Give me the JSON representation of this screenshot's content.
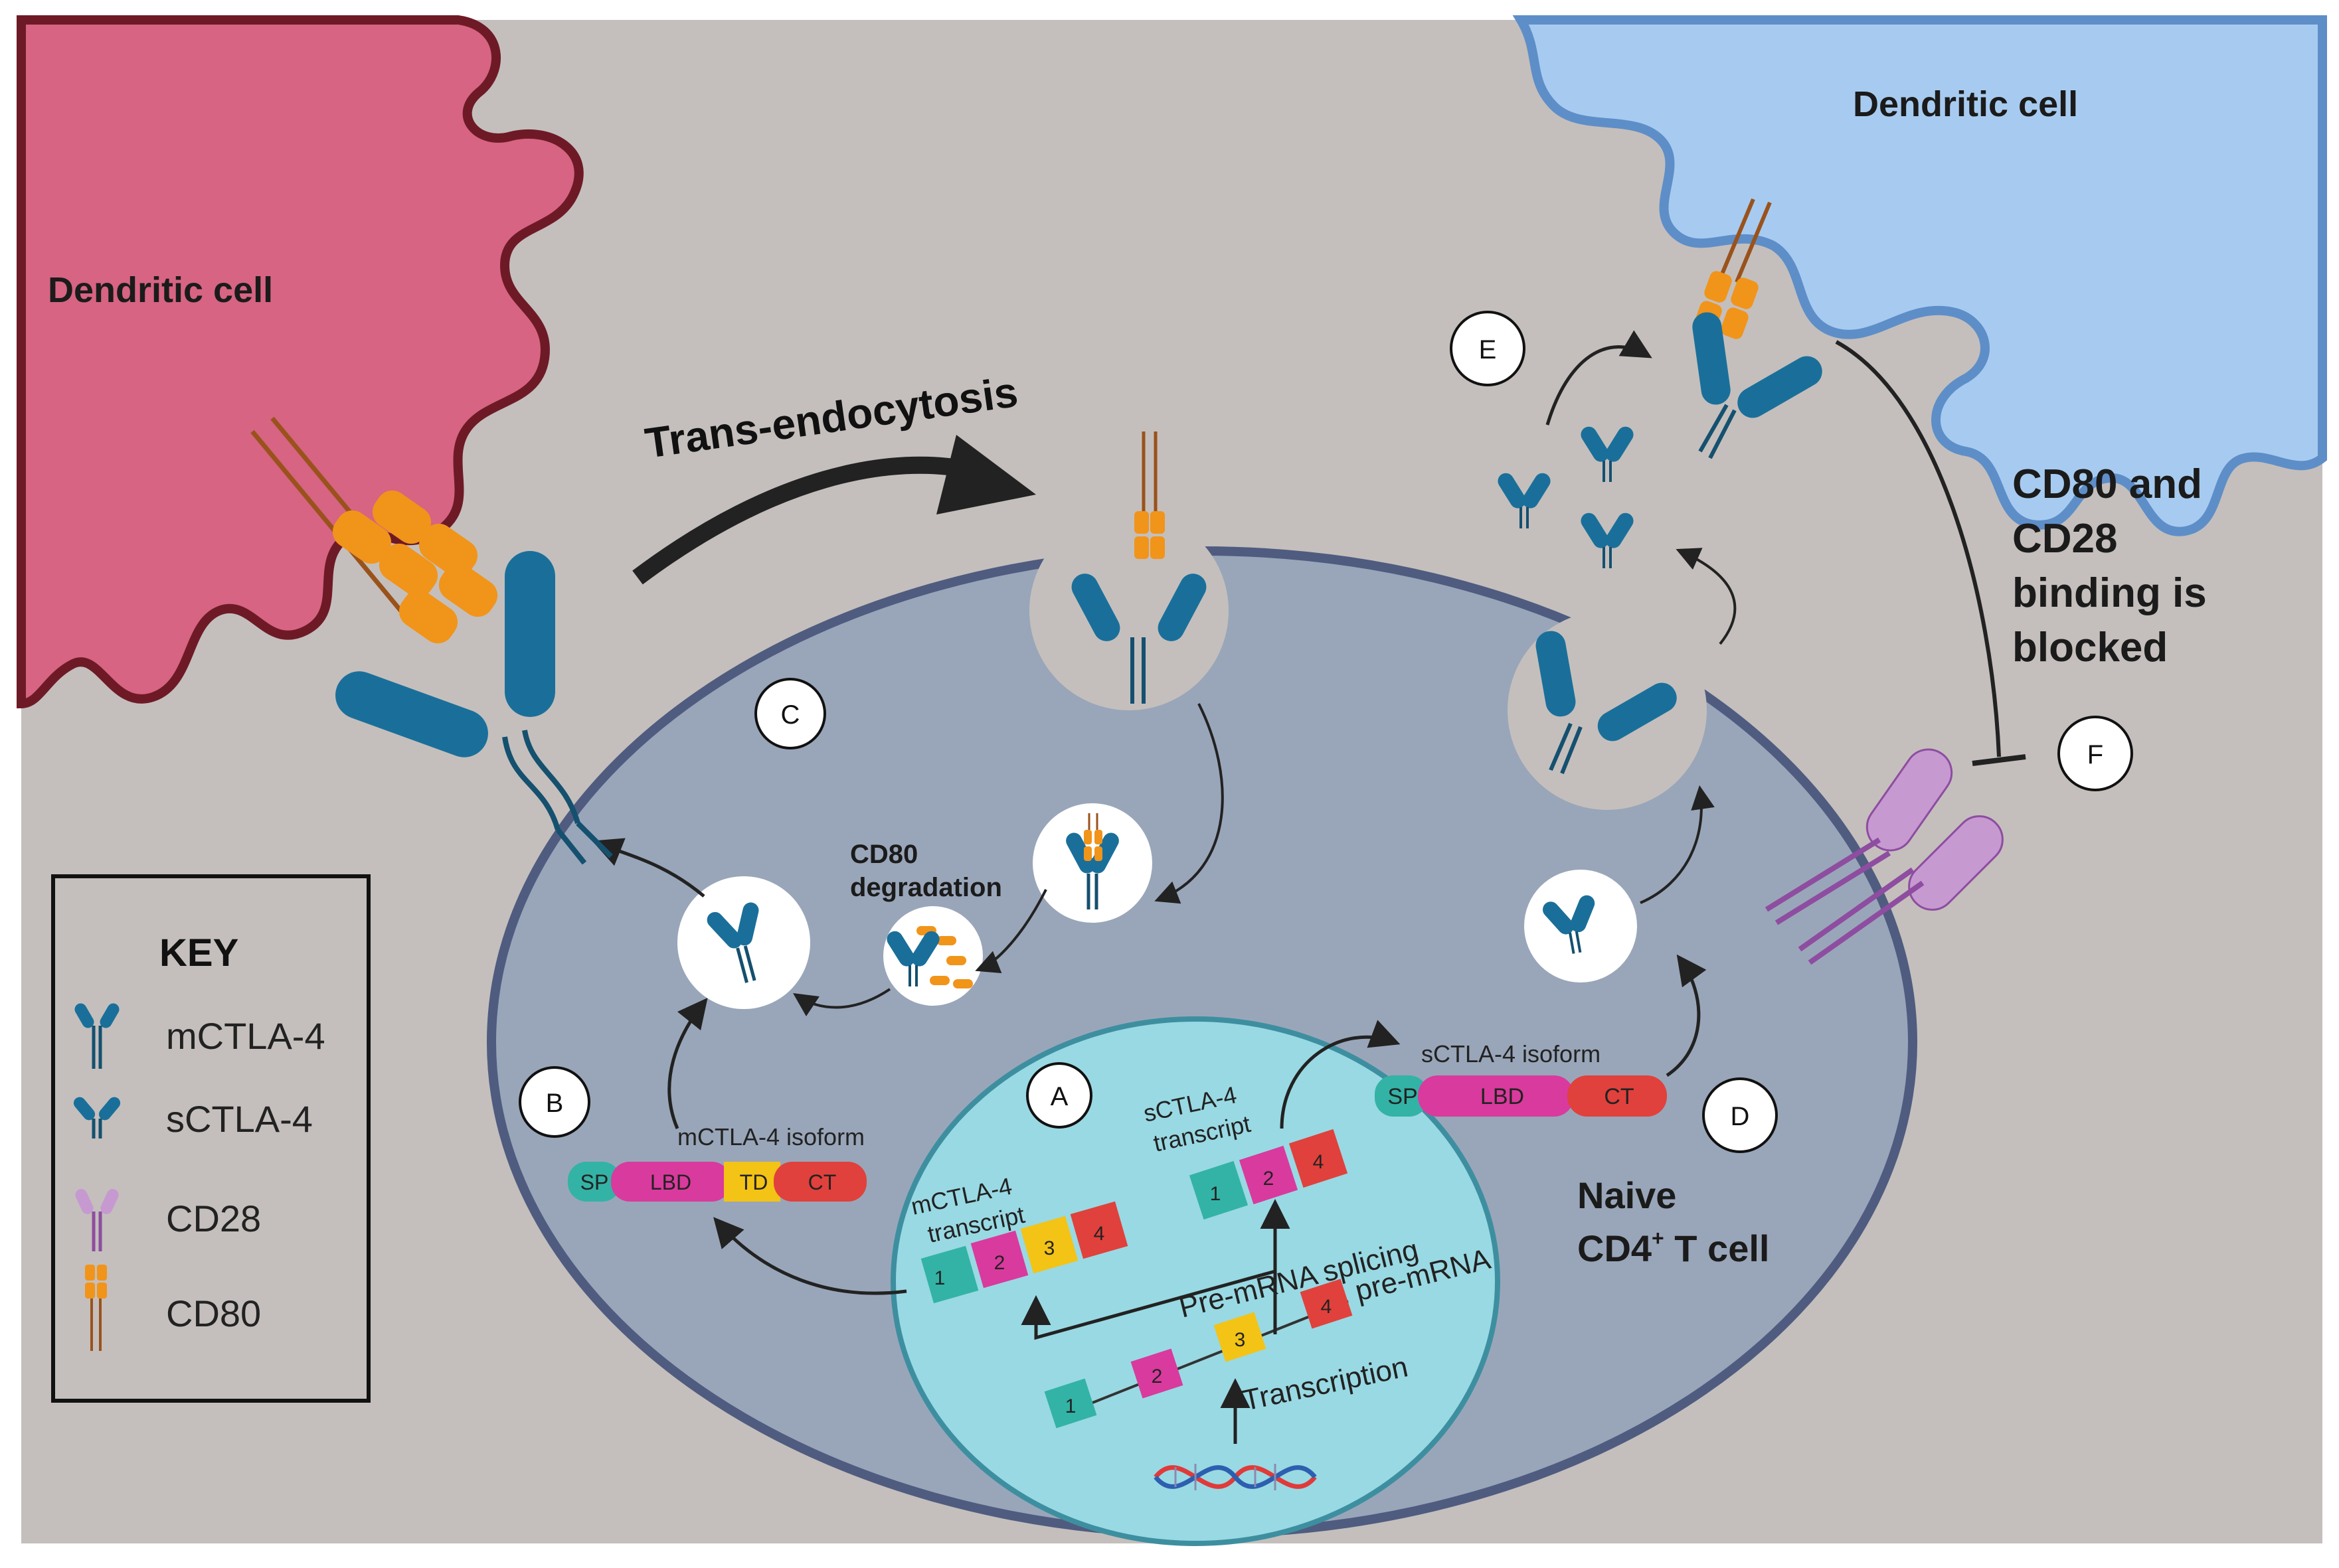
{
  "labels": {
    "dc_left": "Dendritic cell",
    "dc_right": "Dendritic cell",
    "trans_endocytosis": "Trans-endocytosis",
    "cd80_degradation_1": "CD80",
    "cd80_degradation_2": "degradation",
    "blocked_1": "CD80 and",
    "blocked_2": "CD28",
    "blocked_3": "binding is",
    "blocked_4": "blocked",
    "naive_1": "Naive",
    "naive_2": "CD4",
    "naive_sup": "+",
    "naive_3": " T cell",
    "pre_mrna_splicing": "Pre-mRNA splicing",
    "pre_mrna": "pre-mRNA",
    "transcription": "Transcription",
    "mctla4_transcript_1": "mCTLA-4",
    "mctla4_transcript_2": "transcript",
    "sctla4_transcript_1": "sCTLA-4",
    "sctla4_transcript_2": "transcript",
    "mctla4_isoform": "mCTLA-4 isoform",
    "sctla4_isoform": "sCTLA-4 isoform"
  },
  "steps": {
    "a": "A",
    "b": "B",
    "c": "C",
    "d": "D",
    "e": "E",
    "f": "F"
  },
  "exons": {
    "e1": "1",
    "e2": "2",
    "e3": "3",
    "e4": "4"
  },
  "domains": {
    "sp": "SP",
    "lbd": "LBD",
    "td": "TD",
    "ct": "CT"
  },
  "key": {
    "title": "KEY",
    "items": [
      "mCTLA-4",
      "sCTLA-4",
      "CD28",
      "CD80"
    ]
  },
  "colors": {
    "background": "#c4bfbc",
    "dc_left_fill": "#d66482",
    "dc_left_stroke": "#6e1a26",
    "dc_right_fill": "#a7cbf0",
    "dc_right_stroke": "#5e8ec8",
    "tcell_fill": "#99a6b9",
    "tcell_stroke": "#4f5c80",
    "nucleus_fill": "#99d9e3",
    "nucleus_stroke": "#3d8fa0",
    "ctla4": "#1a6f9a",
    "cd80": "#f1941a",
    "cd80_stalk": "#9a521c",
    "cd28": "#c69ad1",
    "cd28_stroke": "#8e4da0",
    "exon1": "#33b3a5",
    "exon2": "#d93a9d",
    "exon3": "#f3c316",
    "exon4": "#e0413c"
  }
}
